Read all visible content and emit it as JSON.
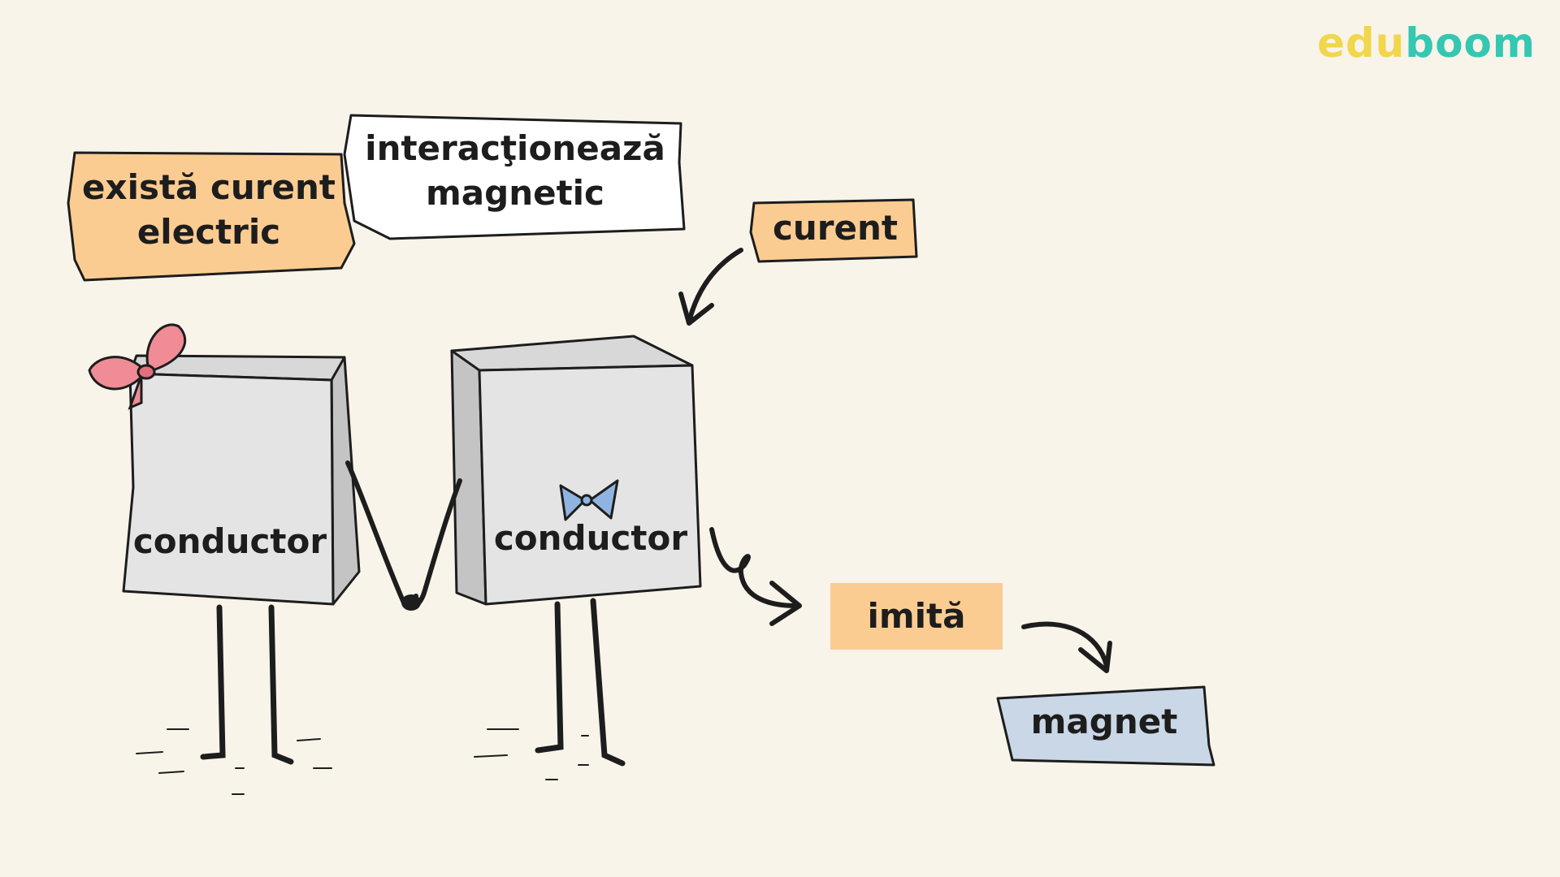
{
  "brand": {
    "part1": "edu",
    "part2": "boom"
  },
  "labels": {
    "exista_curent": "există curent electric",
    "interactioneaza": "interacţionează magnetic",
    "curent": "curent",
    "imita": "imită",
    "magnet": "magnet"
  },
  "characters": {
    "left": "conductor",
    "right": "conductor"
  },
  "colors": {
    "background": "#f8f4ea",
    "orange_tag": "#fbcc92",
    "white_tag": "#ffffff",
    "blue_tag": "#c9d7e6",
    "box_face": "#e4e4e4",
    "box_side": "#c4c4c4",
    "bow_pink": "#ef8c96",
    "bow_blue": "#8fb4e0"
  }
}
